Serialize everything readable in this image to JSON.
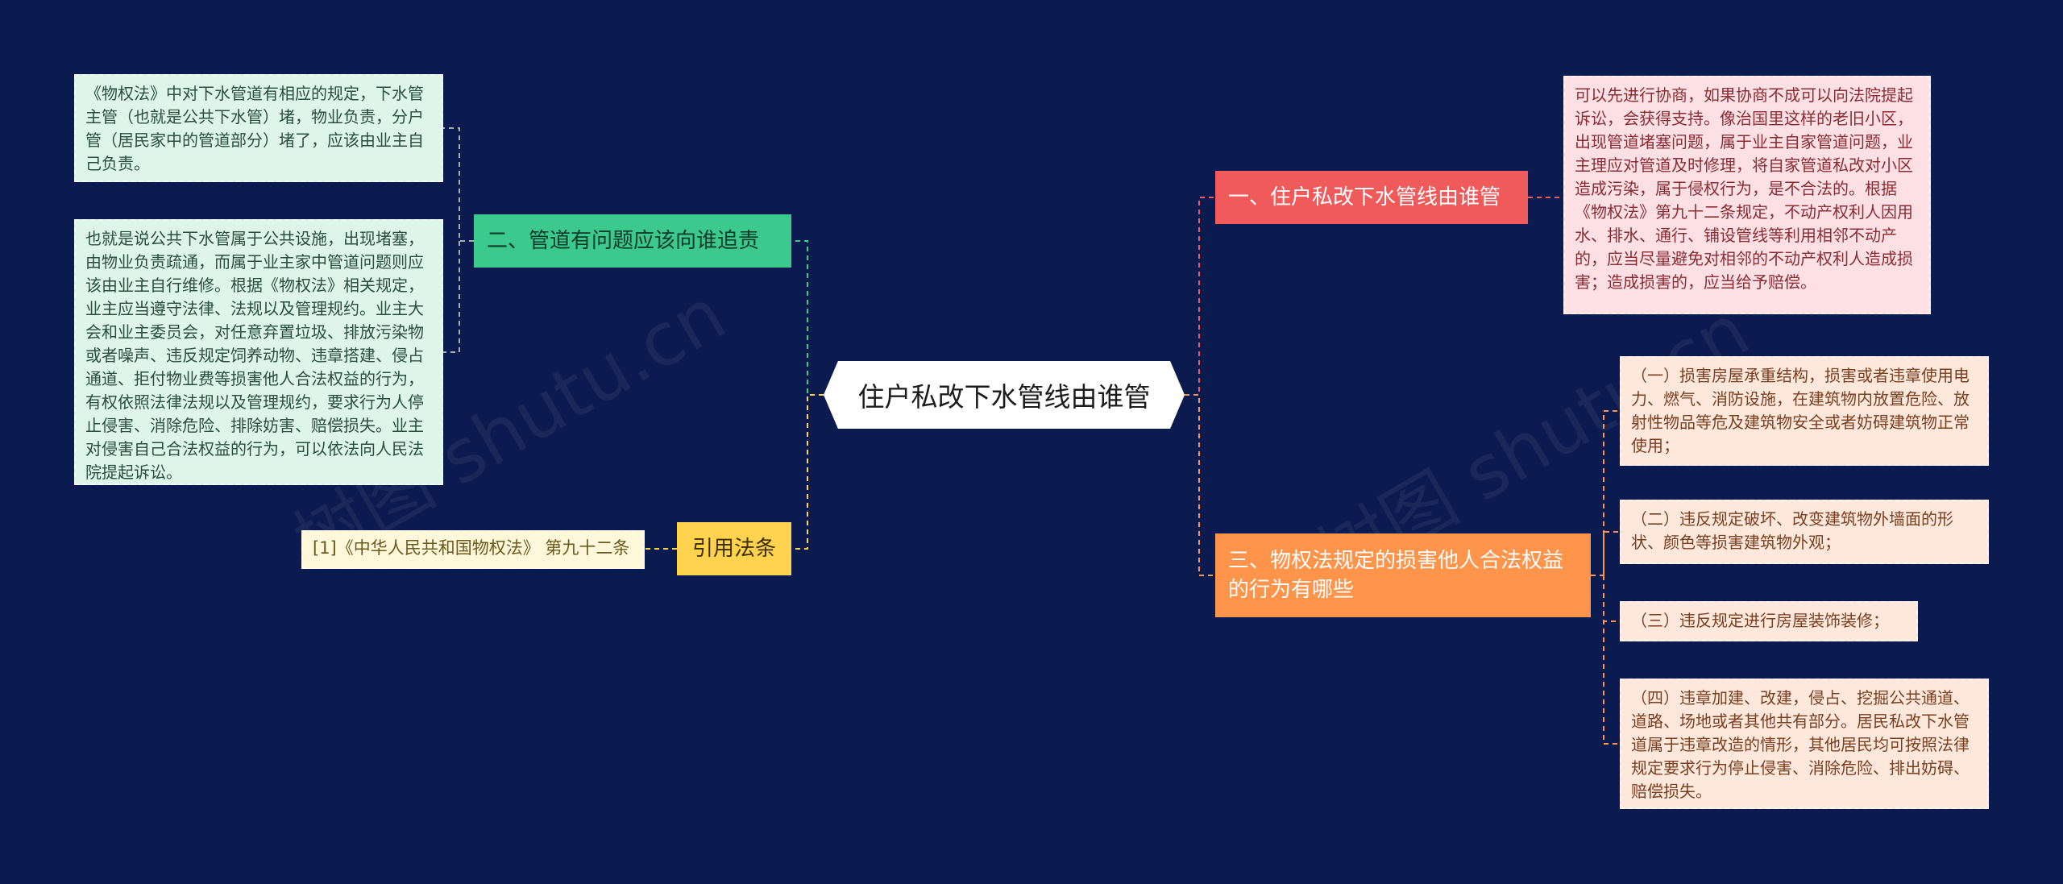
{
  "center": {
    "title": "住户私改下水管线由谁管"
  },
  "branches": {
    "b1": {
      "label": "一、住户私改下水管线由谁管"
    },
    "b2": {
      "label": "二、管道有问题应该向谁追责"
    },
    "b3": {
      "label": "三、物权法规定的损害他人合法权益的行为有哪些"
    },
    "b4": {
      "label": "引用法条"
    }
  },
  "leaves": {
    "l1": "可以先进行协商，如果协商不成可以向法院提起诉讼，会获得支持。像治国里这样的老旧小区，出现管道堵塞问题，属于业主自家管道问题，业主理应对管道及时修理，将自家管道私改对小区造成污染，属于侵权行为，是不合法的。根据《物权法》第九十二条规定，不动产权利人因用水、排水、通行、铺设管线等利用相邻不动产的，应当尽量避免对相邻的不动产权利人造成损害；造成损害的，应当给予赔偿。",
    "l2a": "《物权法》中对下水管道有相应的规定，下水管主管（也就是公共下水管）堵，物业负责，分户管（居民家中的管道部分）堵了，应该由业主自己负责。",
    "l2b": "也就是说公共下水管属于公共设施，出现堵塞，由物业负责疏通，而属于业主家中管道问题则应该由业主自行维修。根据《物权法》相关规定，业主应当遵守法律、法规以及管理规约。业主大会和业主委员会，对任意弃置垃圾、排放污染物或者噪声、违反规定饲养动物、违章搭建、侵占通道、拒付物业费等损害他人合法权益的行为，有权依照法律法规以及管理规约，要求行为人停止侵害、消除危险、排除妨害、赔偿损失。业主对侵害自己合法权益的行为，可以依法向人民法院提起诉讼。",
    "l3a": "（一）损害房屋承重结构，损害或者违章使用电力、燃气、消防设施，在建筑物内放置危险、放射性物品等危及建筑物安全或者妨碍建筑物正常使用；",
    "l3b": "（二）违反规定破坏、改变建筑物外墙面的形状、颜色等损害建筑物外观；",
    "l3c": "（三）违反规定进行房屋装饰装修；",
    "l3d": "（四）违章加建、改建，侵占、挖掘公共通道、道路、场地或者其他共有部分。居民私改下水管道属于违章改造的情形，其他居民均可按照法律规定要求行为停止侵害、消除危险、排出妨碍、赔偿损失。",
    "l4a": "[1]《中华人民共和国物权法》 第九十二条"
  },
  "watermark": "树图 shutu.cn",
  "colors": {
    "background": "#0b1a4f",
    "b1": "#f05a5a",
    "b2": "#3cc98d",
    "b3": "#ff944a",
    "b4": "#ffd34d"
  }
}
